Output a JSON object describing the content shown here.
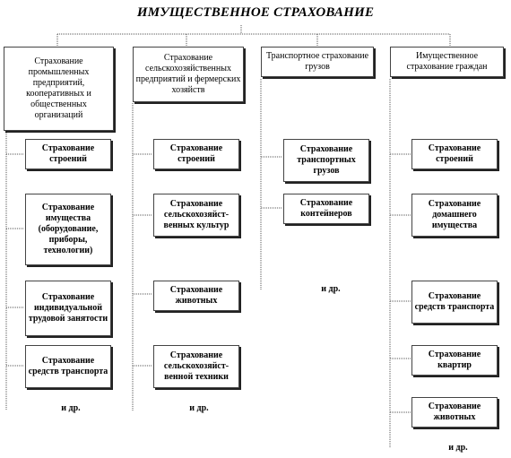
{
  "title": "ИМУЩЕСТВЕННОЕ СТРАХОВАНИЕ",
  "categories": [
    {
      "label": "Страхование промышленных предприятий, кооперативных и общественных организаций",
      "items": [
        "Страхование строений",
        "Страхование имущества (оборудование, приборы, технологии)",
        "Страхование индивидуальной трудовой занятости",
        "Страхование средств транспорта"
      ],
      "etc": "и др."
    },
    {
      "label": "Страхование сельскохозяйственных предприятий и фермерских хозяйств",
      "items": [
        "Страхование строений",
        "Страхование сельскохозяйст-венных культур",
        "Страхование животных",
        "Страхование сельскохозяйст-венной техники"
      ],
      "etc": "и др."
    },
    {
      "label": "Транспортное страхование грузов",
      "items": [
        "Страхование транспортных грузов",
        "Страхование контейнеров"
      ],
      "etc": "и др."
    },
    {
      "label": "Имущественное страхование граждан",
      "items": [
        "Страхование строений",
        "Страхование домашнего имущества",
        "Страхование средств транспорта",
        "Страхование квартир",
        "Страхование животных"
      ],
      "etc": "и др."
    }
  ]
}
